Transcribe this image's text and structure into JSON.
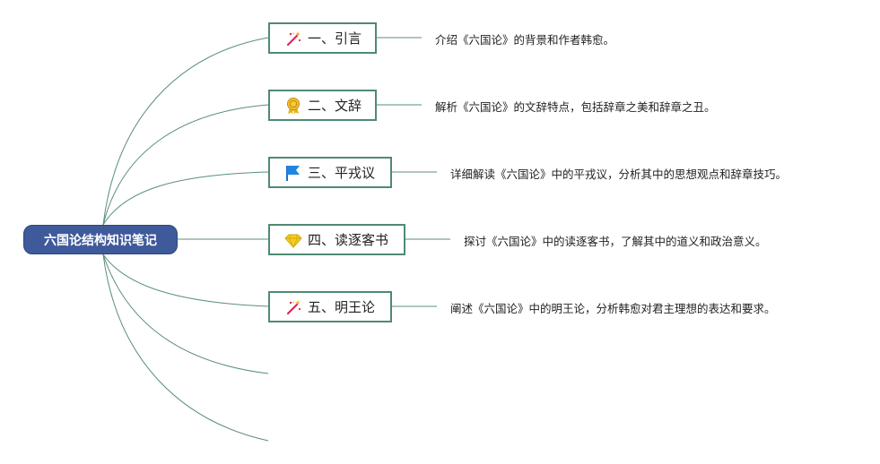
{
  "root": {
    "label": "六国论结构知识笔记"
  },
  "colors": {
    "root_fill": "#3f5a9b",
    "node_border": "#4f8a72",
    "edge": "#5a8f78"
  },
  "branches": [
    {
      "label": "一、引言",
      "icon": "magic-wand-icon",
      "description": "介绍《六国论》的背景和作者韩愈。"
    },
    {
      "label": "二、文辞",
      "icon": "award-ribbon-icon",
      "description": "解析《六国论》的文辞特点，包括辞章之美和辞章之丑。"
    },
    {
      "label": "三、平戎议",
      "icon": "flag-icon",
      "description": "详细解读《六国论》中的平戎议，分析其中的思想观点和辞章技巧。"
    },
    {
      "label": "四、读逐客书",
      "icon": "diamond-icon",
      "description": "探讨《六国论》中的读逐客书，了解其中的道义和政治意义。"
    },
    {
      "label": "五、明王论",
      "icon": "magic-wand-icon",
      "description": "阐述《六国论》中的明王论，分析韩愈对君主理想的表达和要求。"
    }
  ]
}
